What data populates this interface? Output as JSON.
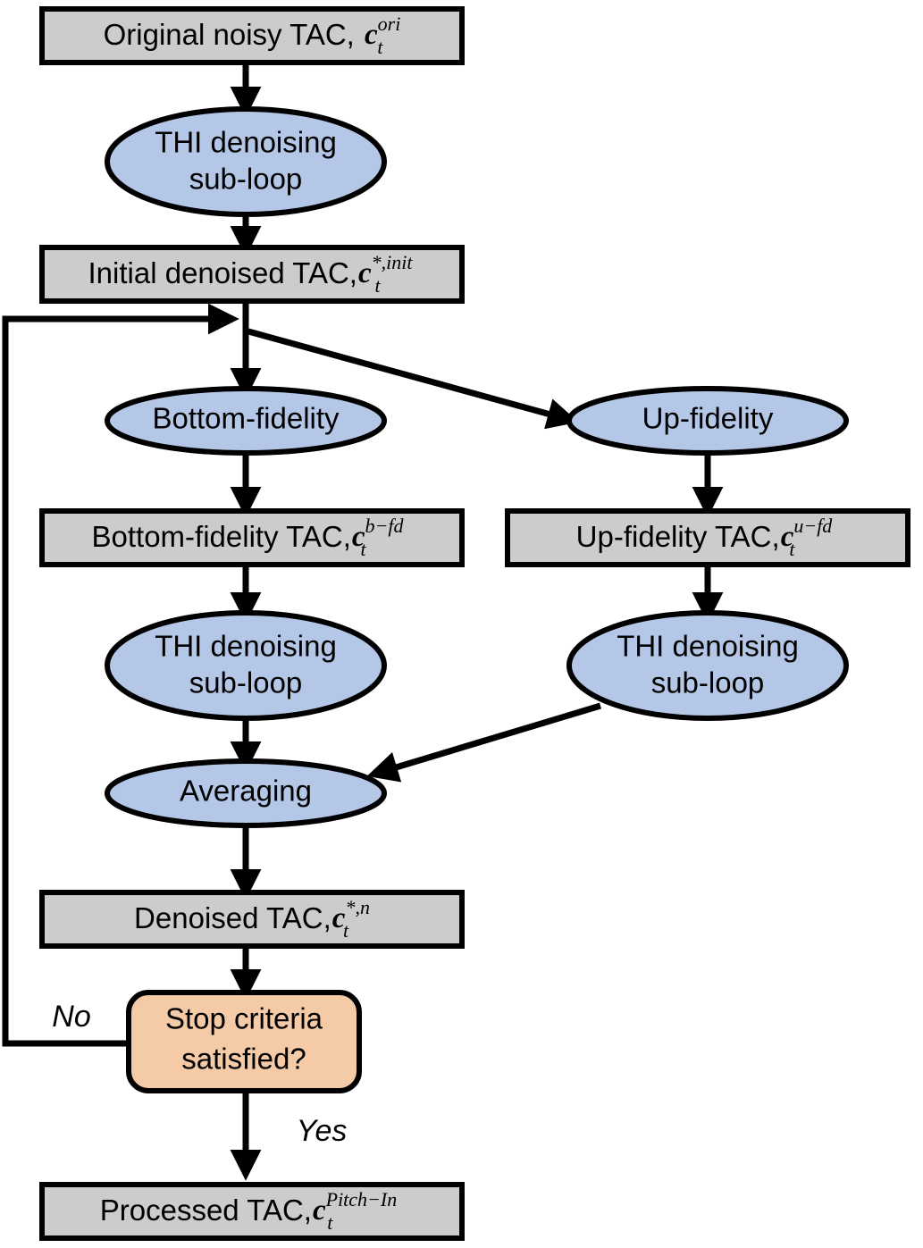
{
  "diagram": {
    "title": "THI denoising iterative multi-fidelity TAC processing flowchart",
    "colors": {
      "process_fill": "#cccccc",
      "operation_fill": "#b4c7e7",
      "decision_fill": "#f5cba7",
      "stroke": "#000000",
      "background": "#ffffff"
    }
  },
  "nodes": {
    "original_tac": {
      "type": "process",
      "text": "Original noisy TAC, ",
      "symbol": "c",
      "superscript": "ori",
      "subscript": "t"
    },
    "thi_initial": {
      "type": "operation",
      "line1": "THI denoising",
      "line2": "sub-loop"
    },
    "initial_denoised_tac": {
      "type": "process",
      "text": "Initial denoised TAC,",
      "symbol": "c",
      "superscript": "*,init",
      "subscript": "t"
    },
    "bottom_fidelity": {
      "type": "operation",
      "line1": "Bottom-fidelity"
    },
    "up_fidelity": {
      "type": "operation",
      "line1": "Up-fidelity"
    },
    "bottom_fidelity_tac": {
      "type": "process",
      "text": "Bottom-fidelity TAC,",
      "symbol": "c",
      "superscript": "b−fd",
      "subscript": "t"
    },
    "up_fidelity_tac": {
      "type": "process",
      "text": "Up-fidelity TAC,",
      "symbol": "c",
      "superscript": "u−fd",
      "subscript": "t"
    },
    "thi_bottom": {
      "type": "operation",
      "line1": "THI denoising",
      "line2": "sub-loop"
    },
    "thi_up": {
      "type": "operation",
      "line1": "THI denoising",
      "line2": "sub-loop"
    },
    "averaging": {
      "type": "operation",
      "line1": "Averaging"
    },
    "denoised_tac": {
      "type": "process",
      "text": "Denoised TAC,",
      "symbol": "c",
      "superscript": "*,n",
      "subscript": "t"
    },
    "stop_criteria": {
      "type": "decision",
      "line1": "Stop criteria",
      "line2": "satisfied?"
    },
    "processed_tac": {
      "type": "process",
      "text": "Processed TAC,",
      "symbol": "c",
      "superscript": "Pitch−In",
      "subscript": "t"
    }
  },
  "edge_labels": {
    "no": "No",
    "yes": "Yes"
  }
}
